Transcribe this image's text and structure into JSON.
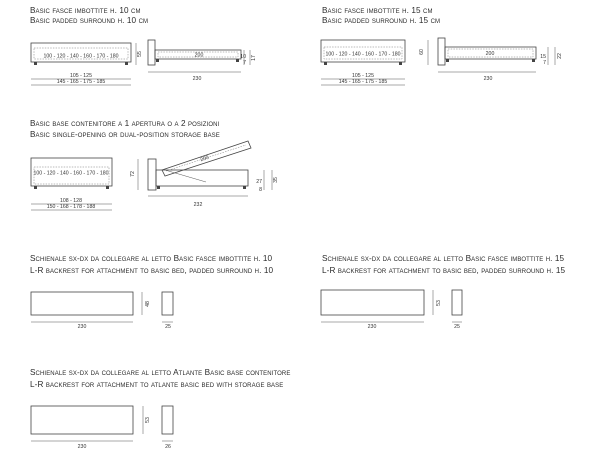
{
  "sections": {
    "s1": {
      "title_it": "Basic fasce imbottite h. 10 cm",
      "title_en": "Basic padded surround h. 10 cm",
      "inner_widths": "100 - 120 - 140 - 160 - 170 - 180",
      "bottom_line1": "105 - 125",
      "bottom_line2": "145 - 165 - 175 - 185",
      "side_inner": "200",
      "side_total": "230",
      "height_back": "55",
      "height_bed1": "10",
      "height_bed2": "7",
      "height_bed3": "17"
    },
    "s2": {
      "title_it": "Basic fasce imbottite h. 15 cm",
      "title_en": "Basic padded surround h. 15 cm",
      "inner_widths": "100 - 120 - 140 - 160 - 170 - 180",
      "bottom_line1": "105 - 125",
      "bottom_line2": "145 - 165 - 175 - 185",
      "side_inner": "200",
      "side_total": "230",
      "height_back": "60",
      "height_bed1": "15",
      "height_bed2": "7",
      "height_bed3": "22"
    },
    "s3": {
      "title_it": "Basic base contenitore a 1 apertura o a 2 posizioni",
      "title_en": "Basic single-opening or dual-position storage base",
      "inner_widths": "100 - 120 - 140 - 160 - 170 - 180",
      "bottom_line1": "108 - 128",
      "bottom_line2": "150 - 168 - 178 - 188",
      "side_inner": "200",
      "side_total": "232",
      "height_back": "72",
      "height_bed1": "27",
      "height_bed2": "8",
      "height_bed3": "35"
    },
    "s4": {
      "title_it": "Schienale sx-dx da collegare al letto Basic fasce imbottite h. 10",
      "title_en": "L-R backrest for attachment to basic bed, padded surround h. 10",
      "width": "230",
      "height": "48",
      "depth": "25"
    },
    "s5": {
      "title_it": "Schienale sx-dx da collegare al letto Basic fasce imbottite h. 15",
      "title_en": "L-R backrest for attachment to basic bed, padded surround h. 15",
      "width": "230",
      "height": "53",
      "depth": "25"
    },
    "s6": {
      "title_it": "Schienale sx-dx da collegare al letto Atlante Basic base contenitore",
      "title_en": "L-R backrest for attachment to atlante basic bed with storage base",
      "width": "230",
      "height": "53",
      "depth": "26"
    }
  }
}
